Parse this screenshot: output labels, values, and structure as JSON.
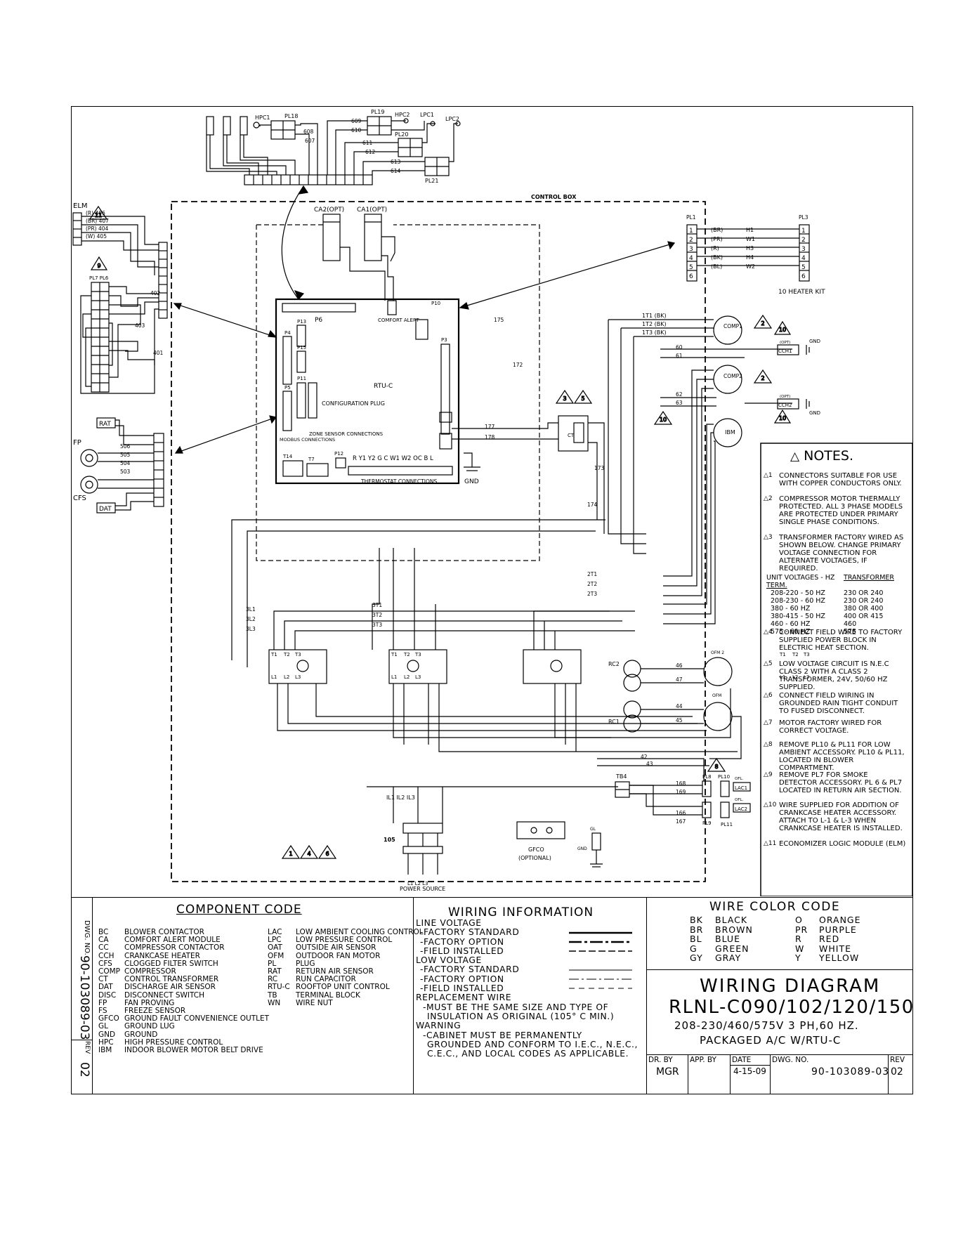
{
  "drawing": {
    "title": "WIRING DIAGRAM",
    "model": "RLNL-C090/102/120/150",
    "voltage": "208-230/460/575V 3 PH,60 HZ.",
    "description": "PACKAGED A/C  W/RTU-C",
    "dwg_no_label": "DWG. NO.",
    "dwg_no": "90-103089-03",
    "rev_label": "REV",
    "rev": "02",
    "dr_by_label": "DR. BY",
    "dr_by": "MGR",
    "app_by_label": "APP. BY",
    "date_label": "DATE",
    "date": "4-15-09"
  },
  "component_code": {
    "title": "COMPONENT CODE",
    "left": [
      [
        "BC",
        "BLOWER CONTACTOR"
      ],
      [
        "CA",
        "COMFORT ALERT MODULE"
      ],
      [
        "CC",
        "COMPRESSOR CONTACTOR"
      ],
      [
        "CCH",
        "CRANKCASE HEATER"
      ],
      [
        "CFS",
        "CLOGGED FILTER SWITCH"
      ],
      [
        "COMP",
        "COMPRESSOR"
      ],
      [
        "CT",
        "CONTROL TRANSFORMER"
      ],
      [
        "DAT",
        "DISCHARGE AIR SENSOR"
      ],
      [
        "DISC",
        "DISCONNECT SWITCH"
      ],
      [
        "FP",
        "FAN PROVING"
      ],
      [
        "FS",
        "FREEZE SENSOR"
      ],
      [
        "GFCO",
        "GROUND FAULT CONVENIENCE OUTLET"
      ],
      [
        "GL",
        "GROUND LUG"
      ],
      [
        "GND",
        "GROUND"
      ],
      [
        "HPC",
        "HIGH PRESSURE CONTROL"
      ],
      [
        "IBM",
        "INDOOR BLOWER MOTOR BELT DRIVE"
      ]
    ],
    "right": [
      [
        "LAC",
        "LOW AMBIENT COOLING CONTROL"
      ],
      [
        "LPC",
        "LOW PRESSURE CONTROL"
      ],
      [
        "OAT",
        "OUTSIDE AIR SENSOR"
      ],
      [
        "OFM",
        "OUTDOOR FAN MOTOR"
      ],
      [
        "PL",
        "PLUG"
      ],
      [
        "RAT",
        "RETURN AIR SENSOR"
      ],
      [
        "RC",
        "RUN CAPACITOR"
      ],
      [
        "RTU-C",
        "ROOFTOP UNIT CONTROL"
      ],
      [
        "TB",
        "TERMINAL BLOCK"
      ],
      [
        "WN",
        "WIRE NUT"
      ]
    ]
  },
  "wiring_info": {
    "title": "WIRING INFORMATION",
    "line_voltage": "LINE VOLTAGE",
    "lv_items": [
      "-FACTORY STANDARD",
      "-FACTORY OPTION",
      "-FIELD INSTALLED"
    ],
    "low_voltage": "LOW VOLTAGE",
    "lo_items": [
      "-FACTORY STANDARD",
      "-FACTORY OPTION",
      "-FIELD INSTALLED"
    ],
    "replacement": "REPLACEMENT WIRE",
    "replacement_text": [
      "-MUST BE THE SAME SIZE AND TYPE OF",
      "INSULATION AS ORIGINAL (105° C MIN.)"
    ],
    "warning": "WARNING",
    "warning_text": [
      "-CABINET MUST BE PERMANENTLY",
      "GROUNDED AND CONFORM TO I.E.C., N.E.C.,",
      "C.E.C., AND LOCAL CODES AS APPLICABLE."
    ]
  },
  "wire_color_code": {
    "title": "WIRE COLOR CODE",
    "left": [
      [
        "BK",
        "BLACK"
      ],
      [
        "BR",
        "BROWN"
      ],
      [
        "BL",
        "BLUE"
      ],
      [
        "G",
        "GREEN"
      ],
      [
        "GY",
        "GRAY"
      ]
    ],
    "right": [
      [
        "O",
        "ORANGE"
      ],
      [
        "PR",
        "PURPLE"
      ],
      [
        "R",
        "RED"
      ],
      [
        "W",
        "WHITE"
      ],
      [
        "Y",
        "YELLOW"
      ]
    ]
  },
  "notes": {
    "title": "NOTES.",
    "items": [
      {
        "n": "1",
        "text": "CONNECTORS SUITABLE FOR USE WITH COPPER CONDUCTORS ONLY."
      },
      {
        "n": "2",
        "text": "COMPRESSOR MOTOR THERMALLY PROTECTED. ALL 3 PHASE MODELS ARE PROTECTED UNDER PRIMARY SINGLE PHASE CONDITIONS."
      },
      {
        "n": "3",
        "text": "TRANSFORMER FACTORY WIRED AS SHOWN BELOW. CHANGE PRIMARY VOLTAGE CONNECTION FOR ALTERNATE VOLTAGES, IF REQUIRED."
      },
      {
        "n": "4",
        "text": "CONNECT FIELD WIRE TO FACTORY SUPPLIED POWER BLOCK IN ELECTRIC HEAT SECTION."
      },
      {
        "n": "5",
        "text": "LOW VOLTAGE CIRCUIT IS N.E.C CLASS 2 WITH A CLASS 2 TRANSFORMER, 24V, 50/60 HZ SUPPLIED."
      },
      {
        "n": "6",
        "text": "CONNECT FIELD WIRING IN GROUNDED RAIN TIGHT CONDUIT TO FUSED DISCONNECT."
      },
      {
        "n": "7",
        "text": "MOTOR FACTORY WIRED FOR CORRECT VOLTAGE."
      },
      {
        "n": "8",
        "text": "REMOVE PL10 & PL11 FOR LOW AMBIENT ACCESSORY. PL10 & PL11, LOCATED IN BLOWER COMPARTMENT."
      },
      {
        "n": "9",
        "text": "REMOVE PL7 FOR SMOKE DETECTOR ACCESSORY. PL 6 & PL7 LOCATED IN RETURN AIR SECTION."
      },
      {
        "n": "10",
        "text": "WIRE SUPPLIED FOR ADDITION OF CRANKCASE HEATER ACCESSORY. ATTACH TO L-1 & L-3 WHEN CRANKCASE HEATER IS INSTALLED."
      },
      {
        "n": "11",
        "text": "ECONOMIZER LOGIC MODULE (ELM)"
      }
    ],
    "voltage_table": {
      "head_left": "UNIT VOLTAGES - HZ",
      "head_right": "TRANSFORMER TERM.",
      "rows": [
        [
          "208-220 - 50 HZ",
          "230 OR 240"
        ],
        [
          "208-230 - 60 HZ",
          "230 OR 240"
        ],
        [
          "380 - 60 HZ",
          "380 OR 400"
        ],
        [
          "380-415 - 50 HZ",
          "400 OR 415"
        ],
        [
          "460 - 60 HZ",
          "460"
        ],
        [
          "575 - 60 HZ",
          "575"
        ]
      ]
    }
  },
  "schematic": {
    "control_box": "CONTROL BOX",
    "power_source": "POWER SOURCE",
    "rtu": "RTU-C",
    "p6": "P6",
    "config_plug": "CONFIGURATION PLUG",
    "zone_sensor": "ZONE SENSOR CONNECTIONS",
    "modbus": "MODBUS CONNECTIONS",
    "thermostat": "THERMOSTAT CONNECTIONS",
    "thermostat_terms": "R  Y1 Y2  G  C   W1  W2 OC  B  L",
    "comfort_alert": "COMFORT ALERT",
    "gnd": "GND",
    "heater_kit": "10 HEATER KIT",
    "elm": "ELM",
    "pl7pl6": "PL7  PL6",
    "ca2": "CA2(OPT)",
    "ca1": "CA1(OPT)",
    "pl1": "PL1",
    "pl3": "PL3",
    "pl18": "PL18",
    "pl19": "PL19",
    "pl20": "PL20",
    "pl21": "PL21",
    "hpc1": "HPC1",
    "hpc2": "HPC2",
    "lpc1": "LPC1",
    "lpc2": "LPC2",
    "comp1": "COMP1",
    "comp2": "COMP2",
    "ibm": "IBM",
    "cch1": "CCH1",
    "cch2": "CCH2",
    "opt": "(OPT)",
    "rat": "RAT",
    "dat": "DAT",
    "fp": "FP",
    "cfs": "CFS",
    "ofm1": "OFM 2",
    "ofm2": "OFM",
    "rc1": "RC1",
    "rc2": "RC2",
    "tb4": "TB4",
    "pl8": "PL8",
    "pl9": "PL9",
    "pl10": "PL10",
    "pl11": "PL11",
    "lac1": "LAC1",
    "lac2": "LAC2",
    "ofl": "OFL.",
    "block_105": "105",
    "gfco": "GFCO",
    "optional": "(OPTIONAL)",
    "gl": "GL",
    "l1l2l3": "L1  L2  L3",
    "il": "IL1   IL2   IL3",
    "ct": "CT",
    "p_labels": [
      "P4",
      "P5",
      "P13",
      "P15",
      "P11",
      "P3",
      "T14",
      "T7",
      "P12",
      "P10"
    ],
    "pl1_pins": [
      "1",
      "2",
      "3",
      "4",
      "5",
      "6"
    ],
    "pl1_wires": [
      "(BR)",
      "(PR)",
      "(R)",
      "(BK)",
      "(BL)"
    ],
    "pl1_names": [
      "H1",
      "W1",
      "H3",
      "H4",
      "W2"
    ],
    "elm_wires": [
      "(R) 406",
      "(BR) 407",
      "(PR) 404",
      "(W) 405"
    ],
    "comp_wires": [
      "1T1",
      "1T2",
      "1T3"
    ],
    "contactor_labels": [
      "T1",
      "T2",
      "T3",
      "L1",
      "L2",
      "L3"
    ],
    "numbers": [
      "175",
      "172",
      "177",
      "178",
      "173",
      "174",
      "401",
      "402",
      "403",
      "506",
      "505",
      "504",
      "503",
      "608",
      "607",
      "609",
      "610",
      "611",
      "612",
      "613",
      "614",
      "60",
      "61",
      "62",
      "63",
      "46",
      "47",
      "44",
      "45",
      "42",
      "43",
      "168",
      "169",
      "166",
      "167",
      "2T1",
      "2T2",
      "2T3",
      "3T1",
      "3T2",
      "3T3",
      "3L1",
      "3L2",
      "3L3"
    ]
  }
}
